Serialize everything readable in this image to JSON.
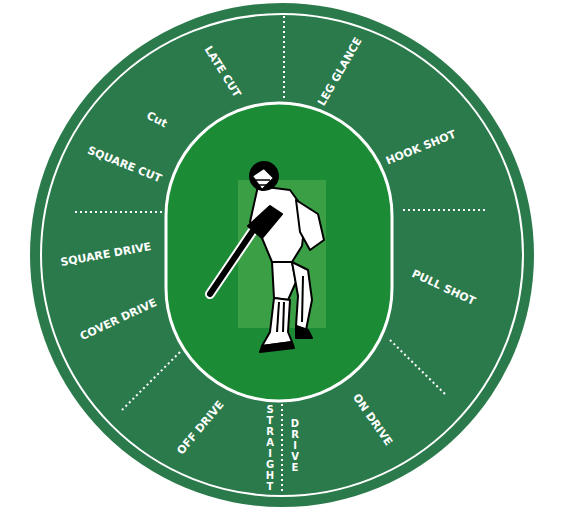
{
  "diagram": {
    "labels": [
      "LATE CUT",
      "LEG GLANCE",
      "Cut",
      "SQUARE CUT",
      "HOOK  SHOT",
      "SQUARE DRIVE",
      "PULL SHOT",
      "COVER DRIVE",
      "OFF DRIVE",
      "STRAIGHT",
      "DRIVE",
      "ON DRIVE"
    ]
  }
}
